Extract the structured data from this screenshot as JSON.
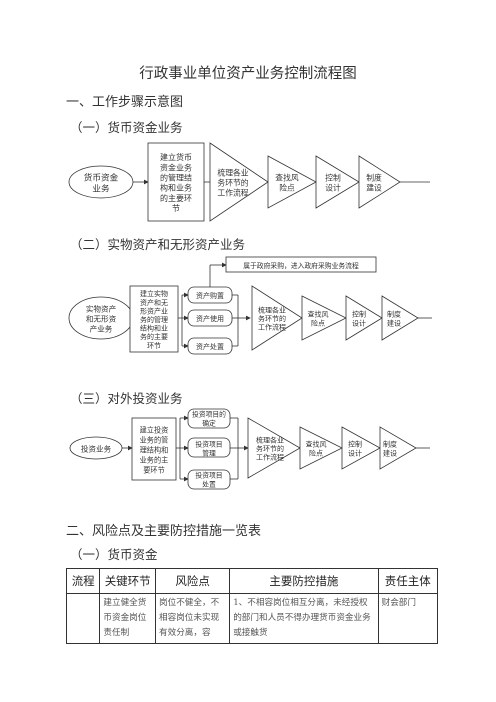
{
  "title": "行政事业单位资产业务控制流程图",
  "section1": "一、工作步骤示意图",
  "sub1": "（一）货币资金业务",
  "sub2": "（二）实物资产和无形资产业务",
  "sub3": "（三）对外投资业务",
  "section2": "二、风险点及主要防控措施一览表",
  "sub4": "（一）货币资金",
  "flow1": {
    "start": [
      "货币资金",
      "业务"
    ],
    "box": [
      "建立货币",
      "资金业务",
      "的管理结",
      "构和业务",
      "的主要环",
      "节"
    ],
    "steps": [
      [
        "梳理各业",
        "务环节的",
        "工作流程"
      ],
      [
        "查找风",
        "险点"
      ],
      [
        "控制",
        "设计"
      ],
      [
        "制度",
        "建设"
      ]
    ]
  },
  "flow2": {
    "start": [
      "实物资产",
      "和无形资",
      "产业务"
    ],
    "box": [
      "建立实物",
      "资产和无",
      "形资产业",
      "务的管理",
      "结构和业",
      "务的主要",
      "环节"
    ],
    "branches": [
      "资产购置",
      "资产使用",
      "资产处置"
    ],
    "note": "属于政府采购，进入政府采购业务流程",
    "steps": [
      [
        "梳理各业",
        "务环节的",
        "工作流程"
      ],
      [
        "查找风",
        "险点"
      ],
      [
        "控制",
        "设计"
      ],
      [
        "制度",
        "建设"
      ]
    ]
  },
  "flow3": {
    "start": [
      "投资业务"
    ],
    "box": [
      "建立投资",
      "业务的管",
      "理结构和",
      "业务的主",
      "要环节"
    ],
    "branches": [
      [
        "投资项目的",
        "确定"
      ],
      [
        "投资项目",
        "管理"
      ],
      [
        "投资项目",
        "处置"
      ]
    ],
    "steps": [
      [
        "梳理各业",
        "务环节的",
        "工作流程"
      ],
      [
        "查找风",
        "险点"
      ],
      [
        "控制",
        "设计"
      ],
      [
        "制度",
        "建设"
      ]
    ]
  },
  "table": {
    "headers": [
      "流程",
      "关键环节",
      "风险点",
      "主要防控措施",
      "责任主体"
    ],
    "row": {
      "flow": "",
      "key": "建立健全货币资金岗位责任制",
      "risk": "岗位不健全，不相容岗位未实现有效分离，容",
      "measure": "1、不相容岗位相互分离，未经授权的部门和人员不得办理货币资金业务或接触货",
      "owner": "财会部门"
    }
  }
}
